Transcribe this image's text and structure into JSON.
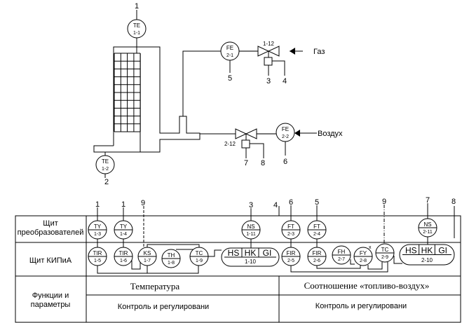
{
  "scheme": {
    "TE1": {
      "tag": "TE",
      "num": "1-1"
    },
    "TE2": {
      "tag": "TE",
      "num": "1-2"
    },
    "FE1": {
      "tag": "FE",
      "num": "2-1"
    },
    "FE2": {
      "tag": "FE",
      "num": "2-2"
    },
    "valve1": "1-12",
    "valve2": "2-12",
    "gas_label": "Газ",
    "air_label": "Воздух",
    "line_labels": [
      "1",
      "2",
      "5",
      "3",
      "4",
      "7",
      "8",
      "6"
    ]
  },
  "table": {
    "row1": "Щит преобразователей",
    "row2": "Щит КИПиА",
    "row3": "Функции и параметры",
    "group1_title": "Температура",
    "group1_sub": "Контроль и регулировани",
    "group2_title": "Соотношение «топливо-воздух»",
    "group2_sub": "Контроль и регулировани",
    "top_labels": [
      "1",
      "1",
      "9",
      "3",
      "4",
      "6",
      "5",
      "9",
      "7",
      "8"
    ],
    "instruments": [
      {
        "tag": "TY",
        "num": "1-3"
      },
      {
        "tag": "TY",
        "num": "1-4"
      },
      {
        "tag": "NS",
        "num": "1-11"
      },
      {
        "tag": "FT",
        "num": "2-3"
      },
      {
        "tag": "FT",
        "num": "2-4"
      },
      {
        "tag": "NS",
        "num": "2-11"
      },
      {
        "tag": "TIR",
        "num": "1-5"
      },
      {
        "tag": "TIR",
        "num": "1-6"
      },
      {
        "tag": "KS",
        "num": "1-7"
      },
      {
        "tag": "TH",
        "num": "1-8"
      },
      {
        "tag": "TC",
        "num": "1-9"
      },
      {
        "tag": "FIR",
        "num": "2-5"
      },
      {
        "tag": "FIR",
        "num": "2-6"
      },
      {
        "tag": "FH",
        "num": "2-7"
      },
      {
        "tag": "FY",
        "num": "2-8"
      },
      {
        "tag": "TC",
        "num": "2-9"
      }
    ],
    "fy_mark": "x",
    "panels": [
      {
        "cells": [
          "HS",
          "HK",
          "GI"
        ],
        "num": "1-10"
      },
      {
        "cells": [
          "HS",
          "HK",
          "GI"
        ],
        "num": "2-10"
      }
    ]
  }
}
